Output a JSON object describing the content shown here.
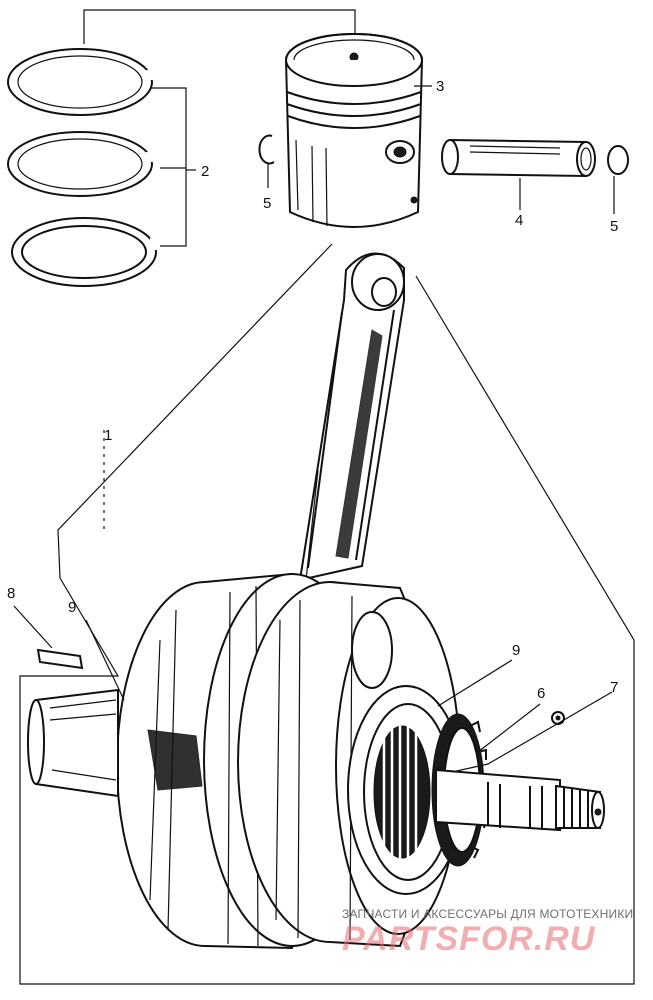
{
  "diagram": {
    "callouts": {
      "c1": "1",
      "c2": "2",
      "c3": "3",
      "c4": "4",
      "c5a": "5",
      "c5b": "5",
      "c6": "6",
      "c7": "7",
      "c8": "8",
      "c9a": "9",
      "c9b": "9"
    },
    "watermark": {
      "tagline": "ЗАПЧАСТИ И АКСЕССУАРЫ ДЛЯ МОТОТЕХНИКИ",
      "brand": "PARTSFOR.RU"
    }
  }
}
